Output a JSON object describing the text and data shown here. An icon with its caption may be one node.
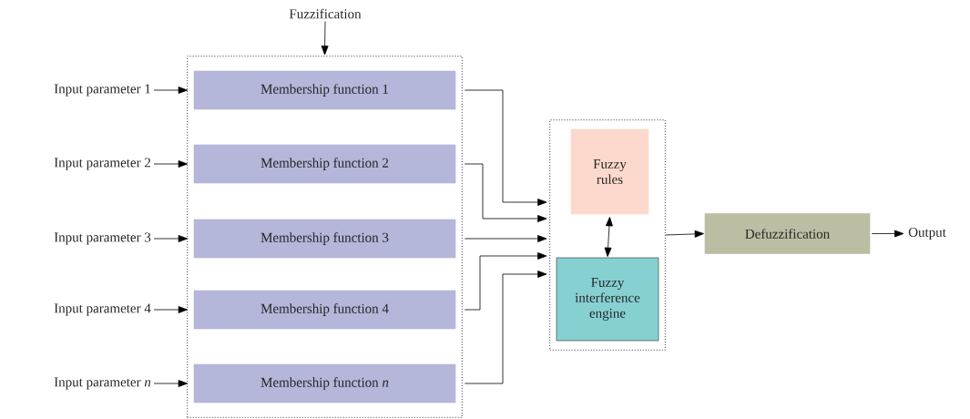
{
  "diagram": {
    "nodes": [
      {
        "text": [
          "Fuzzification"
        ]
      },
      {
        "text": [],
        "shape": "box"
      },
      {
        "text": [
          "Membership function 1"
        ],
        "in": 1
      },
      {
        "text": [
          "Membership function 2"
        ],
        "in": 1
      },
      {
        "text": [
          "Membership function 3"
        ],
        "in": 1
      },
      {
        "text": [
          "Membership function 4"
        ],
        "in": 1
      },
      {
        "text": [
          "Membership function *n*"
        ],
        "in": 1
      },
      {
        "text": [
          "Input parameter 1"
        ]
      },
      {
        "text": [
          "Input parameter 2"
        ]
      },
      {
        "text": [
          "Input parameter 3"
        ]
      },
      {
        "text": [
          "Input parameter 4"
        ]
      },
      {
        "text": [
          "Input parameter *n*"
        ]
      },
      {
        "text": [],
        "shape": "box"
      },
      {
        "text": [
          "Fuzzy rules"
        ],
        "in": 12
      },
      {
        "text": [
          "Fuzzy interference engine"
        ],
        "in": 12
      },
      {
        "text": [
          "Defuzzification"
        ]
      },
      {
        "text": [
          "Output"
        ]
      }
    ],
    "edges": [
      {
        "from": 0,
        "to": 1,
        "arrow": "to"
      },
      {
        "from": 7,
        "to": 2,
        "arrow": "to"
      },
      {
        "from": 8,
        "to": 3,
        "arrow": "to"
      },
      {
        "from": 9,
        "to": 4,
        "arrow": "to"
      },
      {
        "from": 10,
        "to": 5,
        "arrow": "to"
      },
      {
        "from": 11,
        "to": 6,
        "arrow": "to"
      },
      {
        "from": 2,
        "to": 12,
        "arrow": "to"
      },
      {
        "from": 3,
        "to": 12,
        "arrow": "to"
      },
      {
        "from": 4,
        "to": 12,
        "arrow": "to"
      },
      {
        "from": 5,
        "to": 12,
        "arrow": "to"
      },
      {
        "from": 6,
        "to": 12,
        "arrow": "to"
      },
      {
        "from": 13,
        "to": 14,
        "arrow": "both"
      },
      {
        "from": 12,
        "to": 15,
        "arrow": "to"
      },
      {
        "from": 15,
        "to": 16,
        "arrow": "to"
      }
    ]
  }
}
